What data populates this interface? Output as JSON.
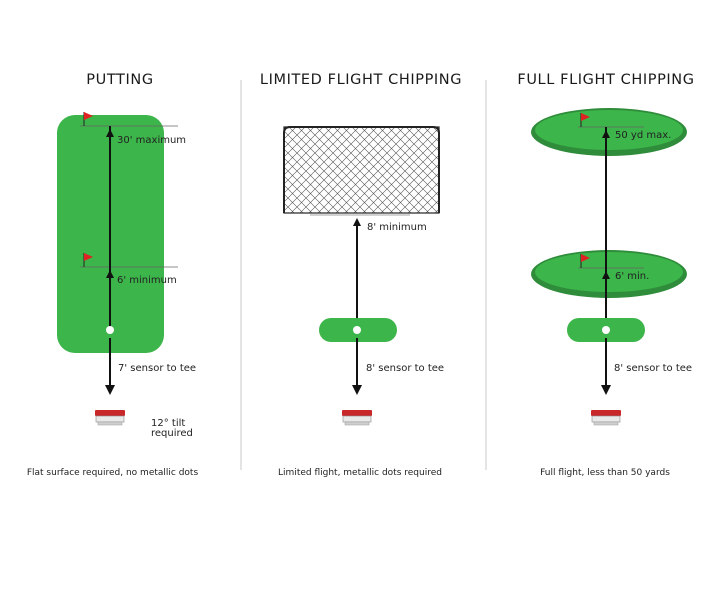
{
  "putting": {
    "title": "PUTTING",
    "max_label": "30' maximum",
    "min_label": "6' minimum",
    "sensor_label": "7' sensor to tee",
    "tilt_label": "12° tilt\nrequired",
    "caption": "Flat surface required, no metallic dots"
  },
  "limited": {
    "title": "LIMITED FLIGHT CHIPPING",
    "min_label": "8' minimum",
    "sensor_label": "8' sensor to tee",
    "caption": "Limited flight, metallic dots required"
  },
  "full": {
    "title": "FULL FLIGHT CHIPPING",
    "max_label": "50 yd max.",
    "min_label": "6' min.",
    "sensor_label": "8' sensor to tee",
    "caption": "Full flight, less than 50 yards"
  },
  "colors": {
    "green_light": "#3cb54a",
    "green_dark": "#2f8c3a",
    "flag_red": "#e02222",
    "divider": "#c8c8c8"
  }
}
